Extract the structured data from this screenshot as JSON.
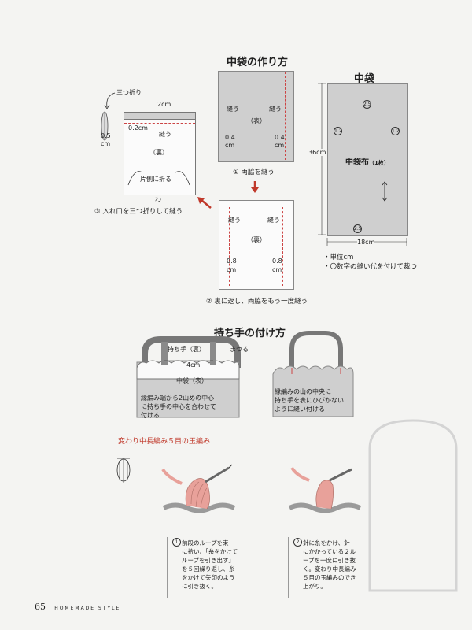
{
  "nakabukuro_howto": {
    "title": "中袋の作り方",
    "step1": {
      "seam_left": "縫う",
      "seam_right": "縫う",
      "face": "（表）",
      "allow_left": "0.4\ncm",
      "allow_right": "0.4\ncm",
      "caption": "① 両脇を縫う"
    },
    "step2": {
      "seam_left": "縫う",
      "seam_right": "縫う",
      "face": "（裏）",
      "allow_left": "0.8\ncm",
      "allow_right": "0.8\ncm",
      "caption": "② 裏に返し、両脇をもう一度縫う"
    },
    "step3": {
      "fold_label": "三つ折り",
      "top_width": "2cm",
      "inner": "0.2cm",
      "seam": "縫う",
      "side_width": "0.5\ncm",
      "face": "（裏）",
      "fold_side": "片側に折る",
      "bottom": "わ",
      "caption": "③ 入れ口を三つ折りして縫う"
    }
  },
  "pattern": {
    "title": "中袋",
    "label": "中袋布",
    "count": "（1枚）",
    "height": "36cm",
    "width": "18cm",
    "allowances": {
      "top": "2.5",
      "left": "1.2",
      "right": "1.2",
      "bottom": "2.5"
    },
    "notes": [
      "・単位cm",
      "・〇数字の縫い代を付けて裁つ"
    ]
  },
  "handle_howto": {
    "title": "持ち手の付け方",
    "left": {
      "handle": "持ち手（裏）",
      "stitch": "まつる",
      "distance": "4cm",
      "bag": "中袋（表）",
      "note": "縁編み端から2山めの中心\nに持ち手の中心を合わせて\n付ける"
    },
    "right": {
      "note": "縁編みの山の中央に\n持ち手を表にひびかない\nように縫い付ける"
    }
  },
  "stitch": {
    "title": "変わり中長編み５目の玉編み",
    "step1": {
      "num": "1",
      "text": "前段のループを束\nに拾い、「糸をかけて\nループを引き出す」\nを５回繰り返し、糸\nをかけて矢印のよう\nに引き抜く。"
    },
    "step2": {
      "num": "2",
      "text": "針に糸をかけ、針\nにかかっている２ル\nープを一度に引き抜\nく。変わり中長編み\n５目の玉編みのでき\n上がり。"
    }
  },
  "footer": {
    "page": "65",
    "magazine": "HOMEMADE STYLE"
  },
  "colors": {
    "accent_red": "#c0392b",
    "panel_gray": "#cfcfcf",
    "yarn_pink": "#e8a19a"
  }
}
